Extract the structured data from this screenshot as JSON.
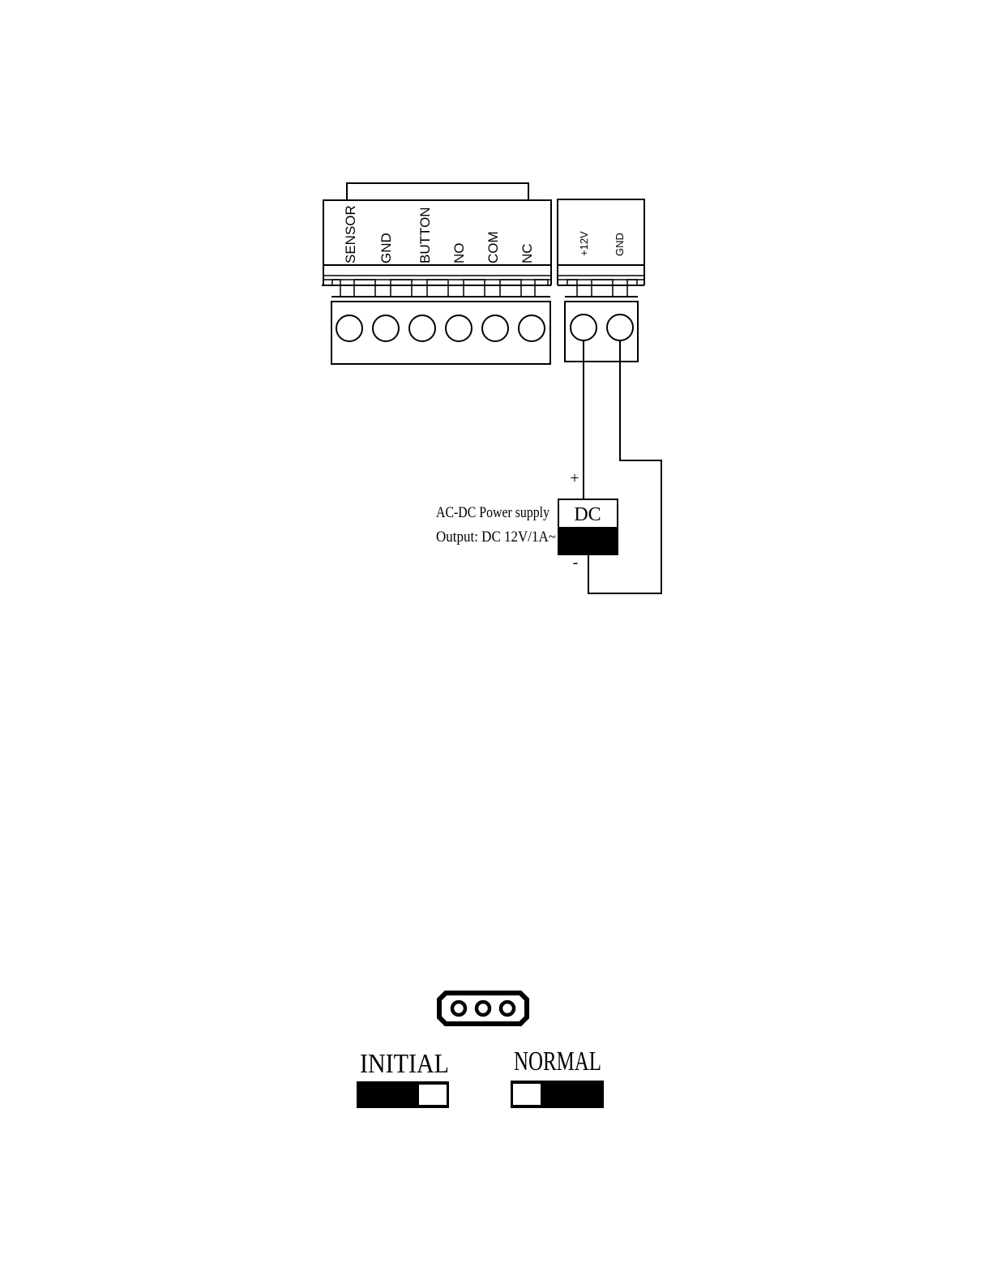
{
  "terminal_block_main": {
    "labels": [
      "SENSOR",
      "GND",
      "BUTTON",
      "NO",
      "COM",
      "NC"
    ]
  },
  "terminal_block_power": {
    "labels": [
      "+12V",
      "GND"
    ]
  },
  "power_supply": {
    "title": "AC-DC Power supply",
    "output": "Output:  DC 12V/1A~",
    "box_label": "DC",
    "plus": "+",
    "minus": "-"
  },
  "jumper": {
    "initial_label": "INITIAL",
    "normal_label": "NORMAL"
  }
}
